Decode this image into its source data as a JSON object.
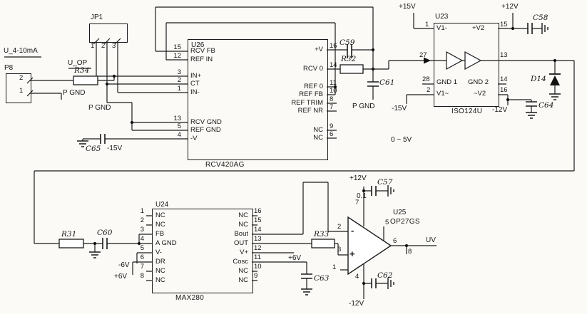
{
  "labels": {
    "u_4_10ma": "U_4-10mA",
    "u_op": "U_OP",
    "p_gnd_p8": "P GND",
    "p_gnd_ct": "P GND",
    "p_gnd_c61": "P GND",
    "plus_15v": "+15V",
    "plus_12v_top": "+12V",
    "plus_12v_c57": "+12V",
    "minus_15v_c65": "-15V",
    "minus_15v_u23": "-15V",
    "minus_12v_c64": "-12V",
    "minus_12v_c62": "-12V",
    "minus_6v": "-6V",
    "plus_6v_left": "+6V",
    "plus_6v_pin12": "+6V",
    "range_0_5v": "0 ~ 5V",
    "output_uv": "UV",
    "c57_value": "0.1"
  },
  "connectors": {
    "p8": {
      "ref": "P8",
      "pin2": "2",
      "pin1": "1"
    },
    "jp1": {
      "ref": "JP1",
      "pin1": "1",
      "pin2": "2",
      "pin3": "3"
    }
  },
  "resistors": {
    "r34": "R34",
    "r32": "R32",
    "r31": "R31",
    "r33": "R33"
  },
  "capacitors": {
    "c59": "C59",
    "c61": "C61",
    "c65": "C65",
    "c58": "C58",
    "c64": "C64",
    "c60": "C60",
    "c63": "C63",
    "c57": "C57",
    "c62": "C62"
  },
  "diode": {
    "d14": "D14"
  },
  "u26": {
    "ref": "U26",
    "part": "RCV420AG",
    "left_pins": [
      {
        "num": "15",
        "name": "RCV FB"
      },
      {
        "num": "12",
        "name": "REF IN"
      },
      {
        "num": "3",
        "name": "IN+"
      },
      {
        "num": "2",
        "name": "CT"
      },
      {
        "num": "1",
        "name": "IN-"
      },
      {
        "num": "13",
        "name": "RCV GND"
      },
      {
        "num": "5",
        "name": "REF GND"
      },
      {
        "num": "4",
        "name": "-V"
      }
    ],
    "right_pins": [
      {
        "num": "16",
        "name": "+V"
      },
      {
        "num": "14",
        "name": "RCV 0"
      },
      {
        "num": "11",
        "name": "REF 0"
      },
      {
        "num": "10",
        "name": "REF FB"
      },
      {
        "num": "8",
        "name": "REF TRIM"
      },
      {
        "num": "7",
        "name": "REF NR"
      },
      {
        "num": "9",
        "name": "NC"
      },
      {
        "num": "6",
        "name": "NC"
      }
    ]
  },
  "u23": {
    "ref": "U23",
    "part": "ISO124U",
    "pin_v1p_name": "V1-",
    "pin_v1p_num": "1",
    "pin_pv2_name": "+V2",
    "pin_pv2_num": "15",
    "pin_in_num": "27",
    "pin_out_num": "13",
    "pin_gnd1_name": "GND 1",
    "pin_gnd1_num": "28",
    "pin_gnd2_name": "GND 2",
    "pin_gnd2_num": "14",
    "pin_v1m_name": "V1~",
    "pin_v1m_num": "2",
    "pin_mv2_name": "~V2",
    "pin_mv2_num": "16"
  },
  "u24": {
    "ref": "U24",
    "part": "MAX280",
    "left_pins": [
      {
        "num": "1",
        "name": "NC"
      },
      {
        "num": "2",
        "name": "NC"
      },
      {
        "num": "3",
        "name": "FB"
      },
      {
        "num": "4",
        "name": "A GND"
      },
      {
        "num": "5",
        "name": "V-"
      },
      {
        "num": "6",
        "name": "DR"
      },
      {
        "num": "7",
        "name": "NC"
      },
      {
        "num": "8",
        "name": "NC"
      }
    ],
    "right_pins": [
      {
        "num": "16",
        "name": "NC"
      },
      {
        "num": "15",
        "name": "NC"
      },
      {
        "num": "14",
        "name": "Bout"
      },
      {
        "num": "13",
        "name": "OUT"
      },
      {
        "num": "12",
        "name": "V+"
      },
      {
        "num": "11",
        "name": "Cosc"
      },
      {
        "num": "10",
        "name": "NC"
      },
      {
        "num": "9",
        "name": "NC"
      }
    ]
  },
  "u25": {
    "ref": "U25",
    "part": "OP27GS",
    "inv_sign": "-",
    "noninv_sign": "+",
    "pin2": "2",
    "pin3": "3",
    "pin7": "7",
    "pin4": "4",
    "pin5": "5",
    "pin6": "6",
    "pin8": "8",
    "pin1": "1"
  }
}
